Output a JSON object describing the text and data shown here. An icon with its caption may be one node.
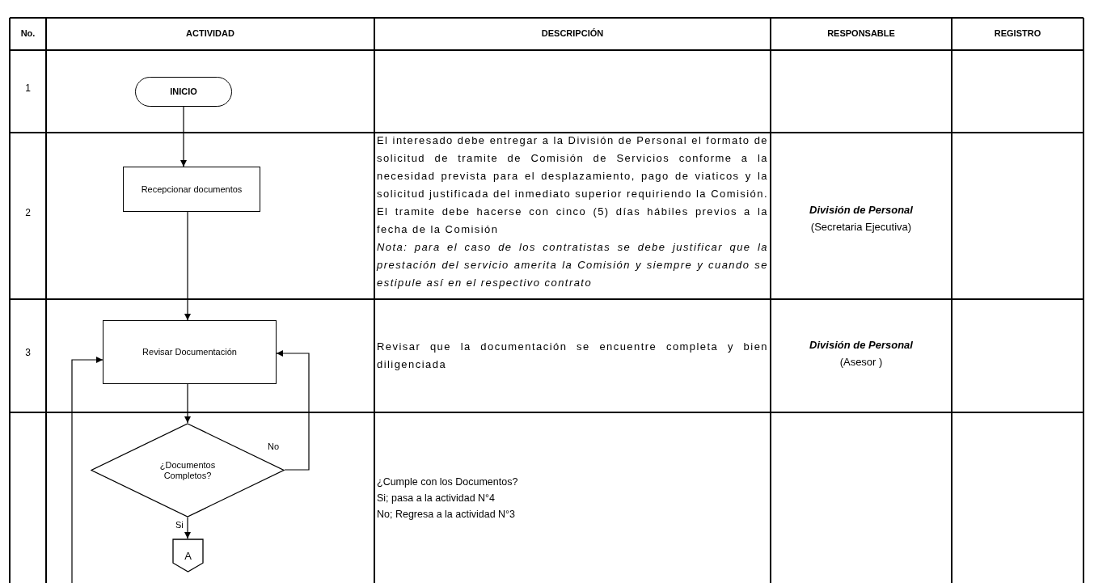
{
  "diagram": {
    "nodes": [
      {
        "text": [
          "INICIO"
        ]
      },
      {
        "text": [
          "Recepcionar documentos"
        ]
      },
      {
        "text": [
          "Revisar Documentación"
        ]
      },
      {
        "text": [
          "¿Documentos Completos?"
        ]
      },
      {
        "text": [
          "A"
        ]
      }
    ],
    "edges": [
      {
        "from": 0,
        "to": 1,
        "arrow": "to"
      },
      {
        "from": 1,
        "to": 2,
        "arrow": "to"
      },
      {
        "from": 2,
        "to": 3,
        "arrow": "to"
      },
      {
        "from": 3,
        "to": 2,
        "arrow": "to",
        "label": "No"
      },
      {
        "from": 3,
        "to": 4,
        "arrow": "to",
        "label": "Si"
      },
      {
        "from": null,
        "to": 2,
        "arrow": "to"
      }
    ],
    "labels": [
      "No.",
      "ACTIVIDAD",
      "DESCRIPCIÓN",
      "RESPONSABLE",
      "REGISTRO",
      "1",
      "2",
      "El interesado debe entregar a la División de Personal el formato de solicitud de tramite de Comisión de Servicios conforme a la necesidad prevista para el desplazamiento, pago de viaticos y la solicitud justificada del inmediato superior requiriendo la Comisión. El tramite debe hacerse con cinco (5) días hábiles previos a la fecha de la Comisión",
      "Nota: para el caso de los contratistas se debe justificar que la prestación del servicio amerita la Comisión y siempre  y cuando se estipule así en el respectivo contrato",
      "División de Personal",
      "(Secretaria Ejecutiva)",
      "3",
      "Revisar que la documentación se encuentre completa y bien diligenciada",
      "División de Personal",
      "(Asesor )",
      "¿Cumple con los Documentos?",
      "Si; pasa a la actividad N°4",
      "No; Regresa a la actividad N°3"
    ]
  }
}
